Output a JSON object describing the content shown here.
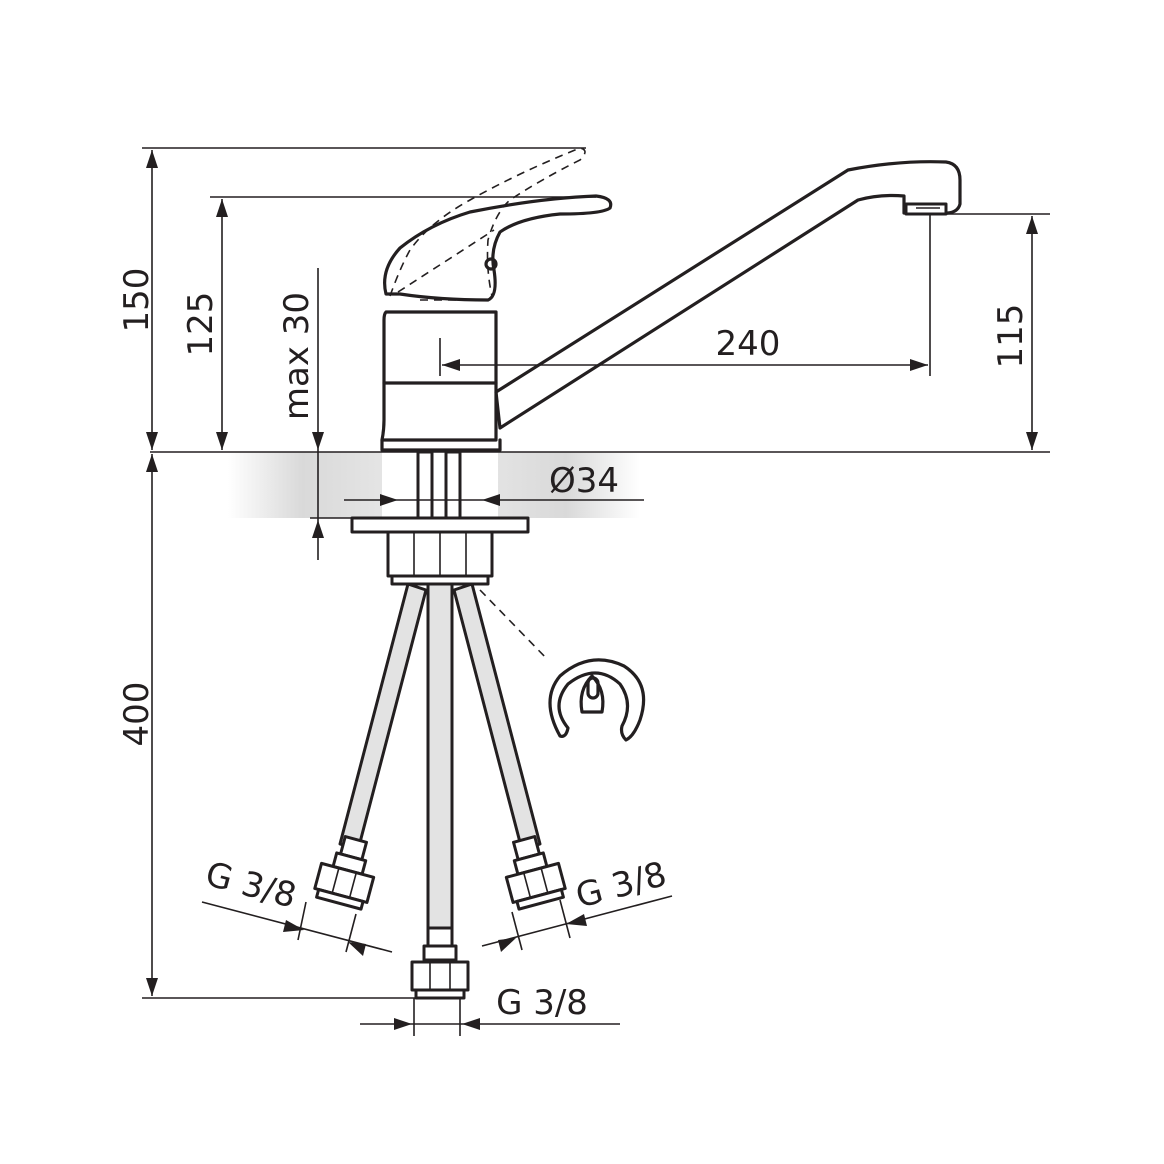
{
  "dimensions": {
    "total_height": "150",
    "handle_height": "125",
    "max_counter_thickness": "max 30",
    "spout_reach": "240",
    "spout_height": "115",
    "hole_diameter": "Ø34",
    "hose_length": "400",
    "thread_left": "G 3/8",
    "thread_right": "G 3/8",
    "thread_center": "G 3/8"
  },
  "colors": {
    "line": "#231f20",
    "hose_fill": "#e3e3e3",
    "counter_shade": "#d9d9d9"
  }
}
